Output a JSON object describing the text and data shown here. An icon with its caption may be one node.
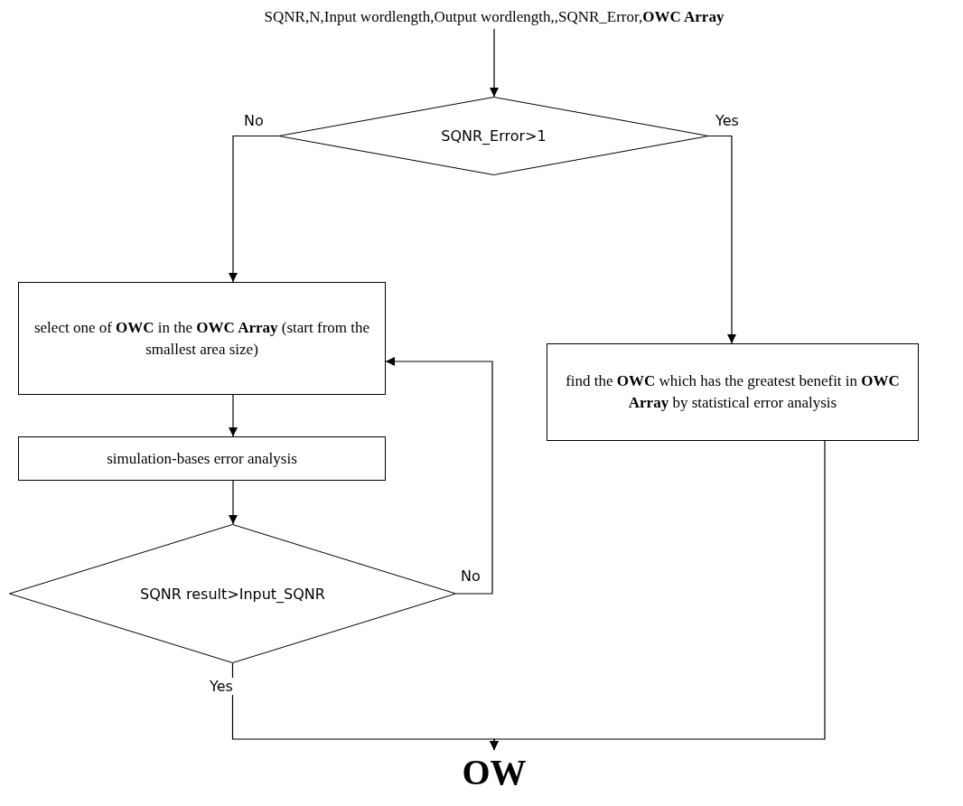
{
  "diagram": {
    "nodes": [
      {
        "text": [
          "SQNR,N,Input wordlength,Output wordlength,,SQNR_Error,**OWC Array**"
        ]
      },
      {
        "text": [
          "SQNR_Error>1"
        ]
      },
      {
        "text": [
          "select one of **OWC** in the **OWC Array** (start from the smallest area size)"
        ]
      },
      {
        "text": [
          "simulation-bases error analysis"
        ]
      },
      {
        "text": [
          "SQNR result>Input_SQNR"
        ]
      },
      {
        "text": [
          "find the **OWC** which has the greatest benefit in **OWC Array** by statistical error analysis"
        ]
      },
      {
        "text": [
          "OW"
        ]
      }
    ],
    "edges": [
      {
        "from": 0,
        "to": 1,
        "arrow": "to"
      },
      {
        "from": 1,
        "to": 2,
        "arrow": "to",
        "label": "No"
      },
      {
        "from": 1,
        "to": 5,
        "arrow": "to",
        "label": "Yes"
      },
      {
        "from": 2,
        "to": 3,
        "arrow": "to"
      },
      {
        "from": 3,
        "to": 4,
        "arrow": "to"
      },
      {
        "from": 4,
        "to": 2,
        "arrow": "to",
        "label": "No"
      },
      {
        "from": 4,
        "to": 6,
        "arrow": "to",
        "label": "Yes"
      },
      {
        "from": 5,
        "to": 6,
        "arrow": "to"
      }
    ]
  }
}
